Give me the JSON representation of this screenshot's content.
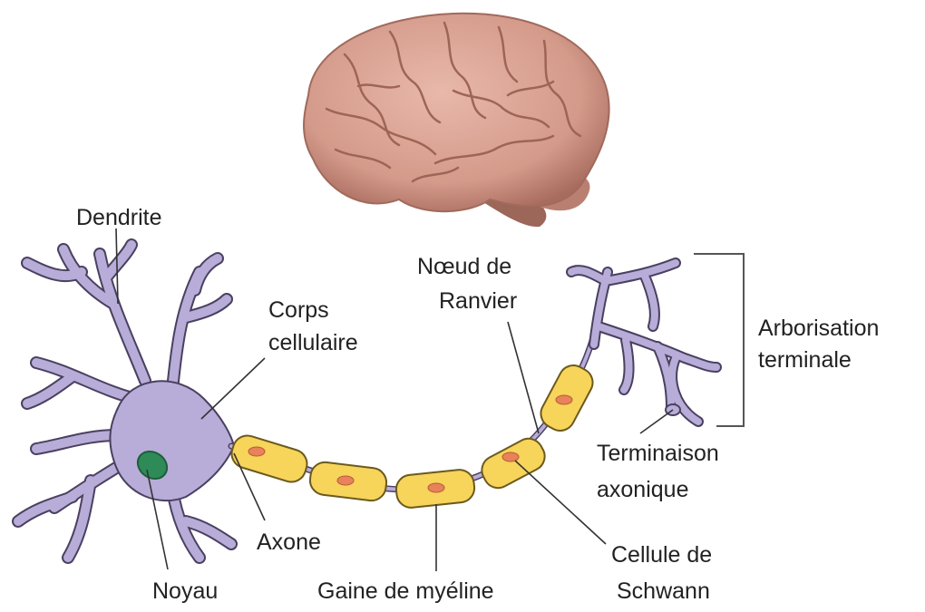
{
  "labels": {
    "dendrite": "Dendrite",
    "corps_line1": "Corps",
    "corps_line2": "cellulaire",
    "noeud_line1": "Nœud de",
    "noeud_line2": "Ranvier",
    "arbo_line1": "Arborisation",
    "arbo_line2": "terminale",
    "terminaison_line1": "Terminaison",
    "terminaison_line2": "axonique",
    "axone": "Axone",
    "cellule_line1": "Cellule de",
    "cellule_line2": "Schwann",
    "noyau": "Noyau",
    "gaine": "Gaine de myéline"
  },
  "colors": {
    "neuron": "#b8acd8",
    "neuron_outline": "#4a4060",
    "myelin": "#f7d45a",
    "myelin_outline": "#6b5a1e",
    "schwann_nucleus": "#e8825a",
    "nucleus": "#2e8b57",
    "brain": "#d9a193",
    "brain_shadow": "#b07466",
    "leader_line": "#333333"
  }
}
